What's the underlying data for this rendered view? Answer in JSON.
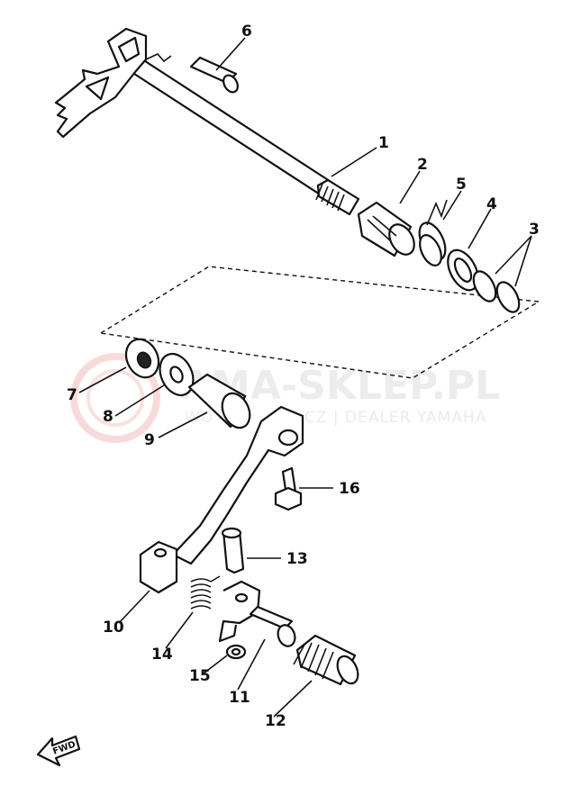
{
  "watermark": {
    "brand": "AMA-SKLEP.PL",
    "tagline": "WO... CZ | DEALER YAMAHA",
    "tagline_left": "WO",
    "tagline_mid": "CZ | DEALER YAMAHA"
  },
  "fwd_label": "FWD",
  "callouts": [
    "1",
    "2",
    "3",
    "4",
    "5",
    "6",
    "7",
    "8",
    "9",
    "10",
    "11",
    "12",
    "13",
    "14",
    "15",
    "16"
  ]
}
